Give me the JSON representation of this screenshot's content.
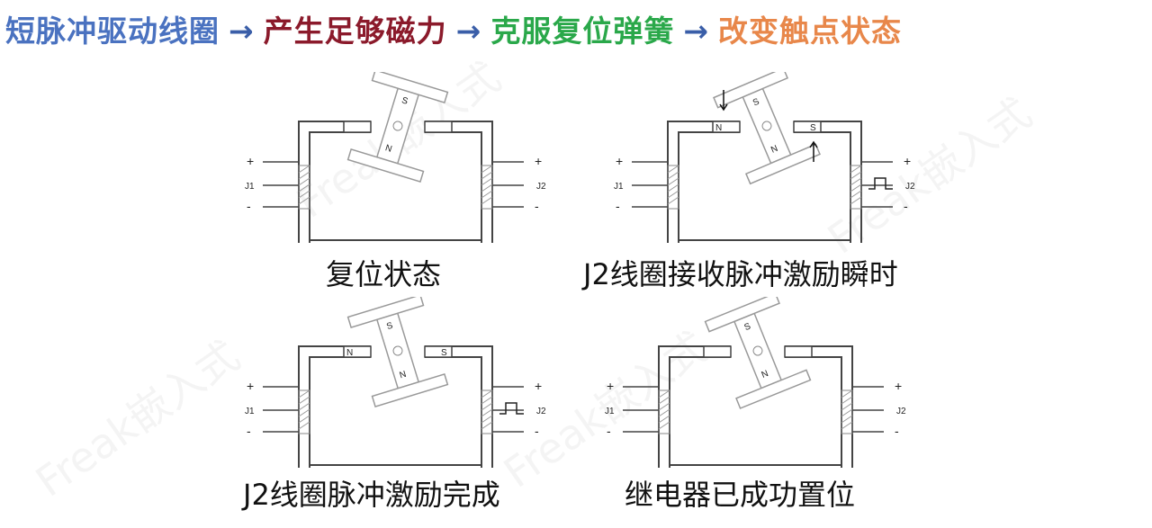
{
  "title": {
    "step1": {
      "text": "短脉冲驱动线圈",
      "color": "#4a72c0"
    },
    "arrow1": "→",
    "step2": {
      "text": "产生足够磁力",
      "color": "#8b1a2b"
    },
    "arrow2": "→",
    "step3": {
      "text": "克服复位弹簧",
      "color": "#2aa84a"
    },
    "arrow3": "→",
    "step4": {
      "text": "改变触点状态",
      "color": "#e8874a"
    },
    "arrow_color": "#3a5ea8"
  },
  "panels": [
    {
      "caption": "复位状态",
      "labels": {
        "plus": "+",
        "minus": "-",
        "j1": "J1",
        "j2": "J2",
        "s": "S",
        "n": "N"
      }
    },
    {
      "caption": "J2线圈接收脉冲激励瞬时",
      "labels": {
        "plus": "+",
        "minus": "-",
        "j1": "J1",
        "j2": "J2",
        "s": "S",
        "n": "N"
      }
    },
    {
      "caption": "J2线圈脉冲激励完成",
      "labels": {
        "plus": "+",
        "minus": "-",
        "j1": "J1",
        "j2": "J2",
        "s": "S",
        "n": "N"
      }
    },
    {
      "caption": "继电器已成功置位",
      "labels": {
        "plus": "+",
        "minus": "-",
        "j1": "J1",
        "j2": "J2",
        "s": "S",
        "n": "N"
      }
    }
  ],
  "watermark": "Freak嵌入式"
}
